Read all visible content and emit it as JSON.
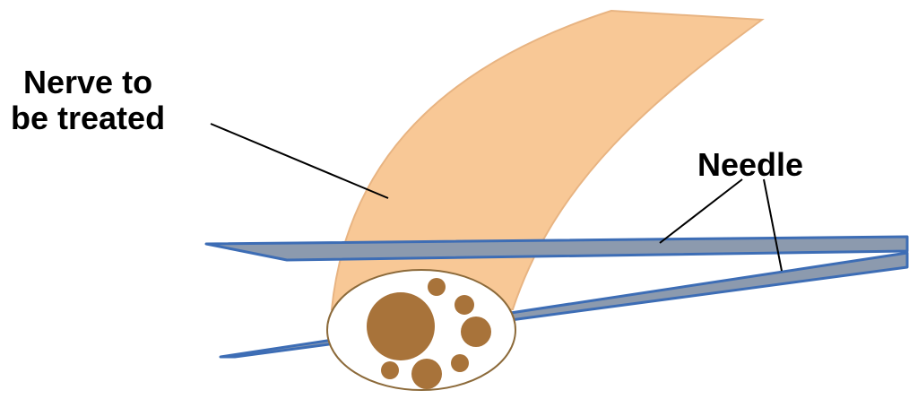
{
  "labels": {
    "nerve_line1": "Nerve to",
    "nerve_line2": "be treated",
    "needle": "Needle"
  },
  "colors": {
    "nerve_fill": "#F8C896",
    "nerve_edge": "#E8B482",
    "needle_fill": "#8C9AAE",
    "needle_edge": "#3D6DB5",
    "cross_section_fill": "#FFFFFF",
    "cross_section_edge": "#8C6A3A",
    "fascicle_fill": "#A8733A",
    "leader_line": "#000000"
  },
  "icons": {
    "nerve": "nerve-icon",
    "needle": "needle-icon",
    "cross_section": "nerve-cross-section-icon"
  }
}
